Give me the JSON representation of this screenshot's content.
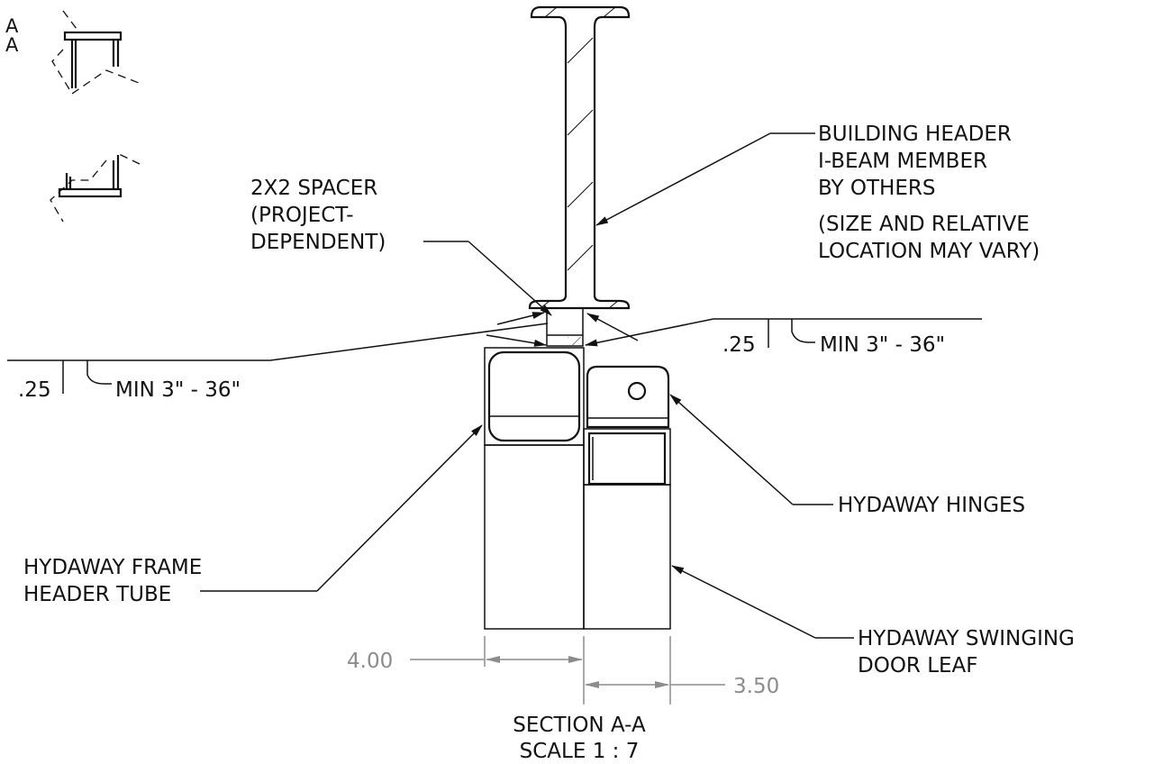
{
  "view_marker": {
    "top": "A",
    "bottom": "A"
  },
  "callouts": {
    "building_header": [
      "BUILDING HEADER",
      "I-BEAM MEMBER",
      "BY OTHERS",
      "(SIZE AND RELATIVE",
      "LOCATION MAY VARY)"
    ],
    "spacer": [
      "2X2 SPACER",
      "(PROJECT-",
      "DEPENDENT)"
    ],
    "hinges": "HYDAWAY HINGES",
    "frame": [
      "HYDAWAY FRAME",
      "HEADER TUBE"
    ],
    "door_leaf": [
      "HYDAWAY SWINGING",
      "DOOR LEAF"
    ]
  },
  "welds": {
    "left": {
      "size": ".25",
      "spec": "MIN 3\" - 36\""
    },
    "right": {
      "size": ".25",
      "spec": "MIN 3\" - 36\""
    }
  },
  "dimensions": {
    "left_width": "4.00",
    "right_width": "3.50"
  },
  "section_title": {
    "line1": "SECTION A-A",
    "line2": "SCALE 1 : 7"
  }
}
